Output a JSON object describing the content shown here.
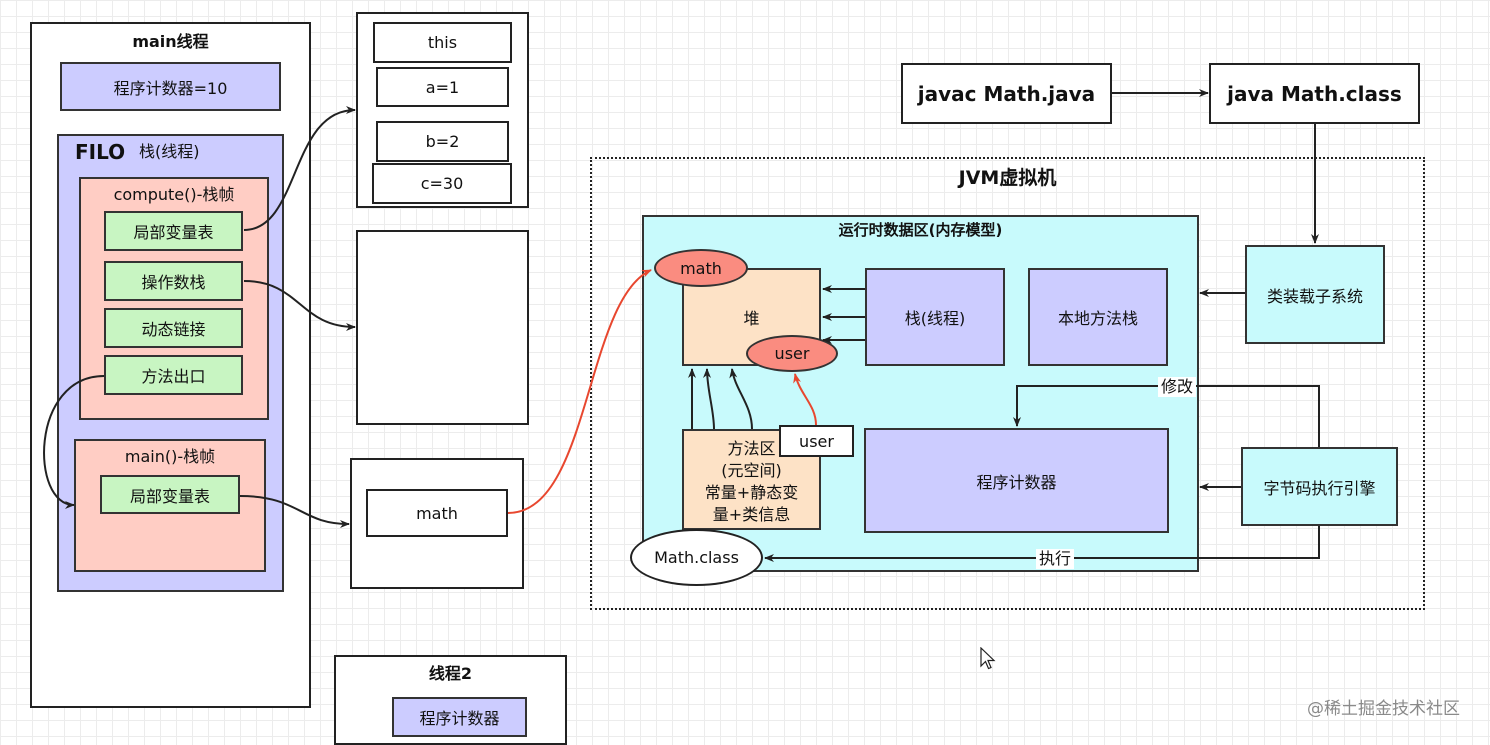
{
  "main_thread": {
    "title": "main线程",
    "pc": "程序计数器=10",
    "filo": "FILO",
    "stack_label": "栈(线程)",
    "compute_frame": {
      "title": "compute()-栈帧",
      "items": [
        "局部变量表",
        "操作数栈",
        "动态链接",
        "方法出口"
      ]
    },
    "main_frame": {
      "title": "main()-栈帧",
      "local_vars": "局部变量表"
    }
  },
  "locals_box": [
    "this",
    "a=1",
    "b=2",
    "c=30"
  ],
  "main_locals_box": {
    "value": "math"
  },
  "thread2": {
    "title": "线程2",
    "pc": "程序计数器"
  },
  "compile": {
    "javac": "javac Math.java",
    "java": "java Math.class"
  },
  "jvm": {
    "title": "JVM虚拟机",
    "runtime_area": "运行时数据区(内存模型)",
    "heap": "堆",
    "heap_math": "math",
    "heap_user": "user",
    "stack": "栈(线程)",
    "native_stack": "本地方法栈",
    "method_area": "方法区\n(元空间)\n常量+静态变\n量+类信息",
    "method_user": "user",
    "program_counter": "程序计数器",
    "math_class": "Math.class",
    "class_loader": "类装载子系统",
    "bytecode_engine": "字节码执行引擎",
    "label_modify": "修改",
    "label_execute": "执行"
  },
  "watermark": "@稀土掘金技术社区"
}
